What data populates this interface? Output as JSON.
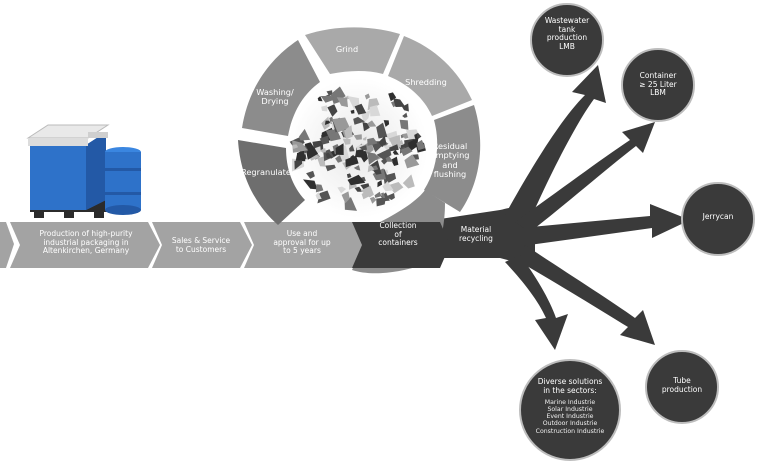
{
  "colors": {
    "arrow_light": "#a3a3a3",
    "arrow_mid": "#8a8a8a",
    "dark": "#3a3a3a",
    "cycle_light": "#a9a9a9",
    "cycle_mid": "#8c8c8c",
    "cycle_dark": "#6e6e6e",
    "product_blue": "#2e72c9"
  },
  "process": {
    "step1": "Production of high-purity\nindustrial packaging in\nAltenkirchen, Germany",
    "step2": "Sales & Service\nto Customers",
    "step3": "Use and\napproval for up\nto 5 years",
    "step4": "Collection\nof\ncontainers"
  },
  "cycle": {
    "grind": "Grind",
    "shredding": "Shredding",
    "residual": "Residual\nemptying\nand\nflushing",
    "washing": "Washing/\nDrying",
    "regranulate": "Regranulate"
  },
  "hub": {
    "label": "Material\nrecycling"
  },
  "outputs": {
    "wastewater": "Wastewater\ntank\nproduction\nLMB",
    "container": "Container\n≥ 25 Liter\nLBM",
    "jerrycan": "Jerrycan",
    "tube": "Tube\nproduction",
    "diverse_title": "Diverse solutions\nin the sectors:",
    "sectors": [
      "Marine Industrie",
      "Solar Industrie",
      "Event Industrie",
      "Outdoor Industrie",
      "Construction Industrie"
    ]
  }
}
